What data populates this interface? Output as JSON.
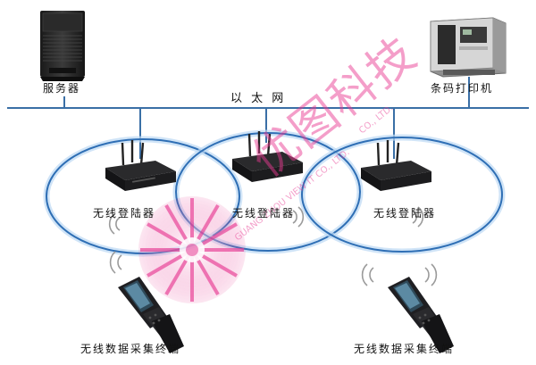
{
  "labels": {
    "server": "服务器",
    "printer": "条码打印机",
    "ethernet": "以 太 网",
    "router_1": "无线登陆器",
    "router_2": "无线登陆器",
    "router_3": "无线登陆器",
    "terminal_1": "无线数据采集终端",
    "terminal_2": "无线数据采集终端"
  },
  "watermark": {
    "main": "优图科技",
    "sub_right": "CO., LTD.",
    "sub_arc": "GUANG ZHOU VIEW IT CO., LTD."
  },
  "colors": {
    "network_line": "#3a6fa6",
    "ring": "#2f6fb5",
    "watermark": "#e73b93",
    "device_dark": "#1c1c1e"
  }
}
